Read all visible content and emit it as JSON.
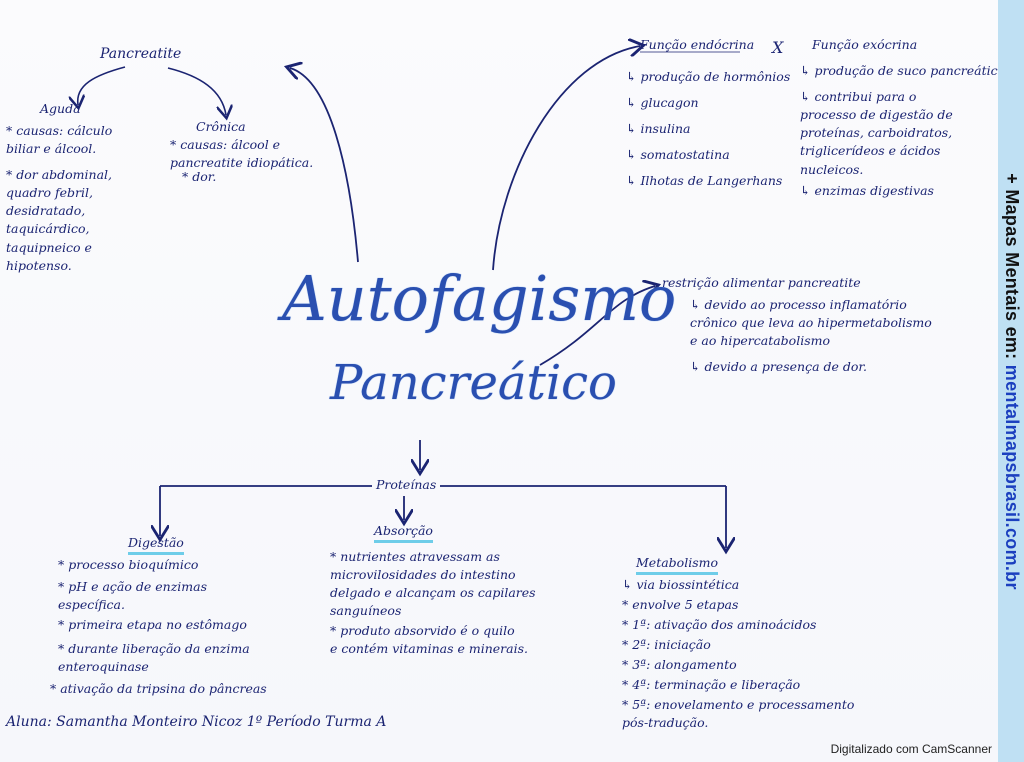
{
  "title": {
    "line1": "Autofagismo",
    "line2": "Pancreático"
  },
  "pancreatite": {
    "heading": "Pancreatite",
    "aguda": {
      "label": "Aguda",
      "items": [
        "* causas: cálculo\nbiliar e álcool.",
        "* dor abdominal,\nquadro febril,\ndesidratado,\ntaquicárdico,\ntaquipneico e\nhipotenso."
      ]
    },
    "cronica": {
      "label": "Crônica",
      "items": [
        "* causas: álcool e\npancreatite idiopática.",
        "* dor."
      ]
    }
  },
  "funcao": {
    "endocrina": {
      "heading": "Função endócrina",
      "items": [
        "↳ produção de hormônios",
        "↳ glucagon",
        "↳ insulina",
        "↳ somatostatina",
        "↳ Ilhotas de Langerhans"
      ]
    },
    "separator": "X",
    "exocrina": {
      "heading": "Função exócrina",
      "items": [
        "↳ produção de suco pancreático",
        "↳ contribui para o\nprocesso de digestão de\nproteínas, carboidratos,\ntriglicerídeos e ácidos\nnucleicos.",
        "↳ enzimas digestivas"
      ]
    }
  },
  "restricao": {
    "heading": "restrição alimentar pancreatite",
    "items": [
      "↳ devido ao processo inflamatório\ncrônico que leva ao hipermetabolismo\ne ao hipercatabolismo",
      "↳ devido a presença de dor."
    ]
  },
  "proteinas": {
    "label": "Proteínas",
    "digestao": {
      "heading": "Digestão",
      "items": [
        "* processo bioquímico",
        "* pH e ação de enzimas\nespecífica.",
        "* primeira etapa no estômago",
        "* durante liberação da enzima\nenteroquinase",
        "* ativação da tripsina do pâncreas"
      ]
    },
    "absorcao": {
      "heading": "Absorção",
      "items": [
        "* nutrientes atravessam as\nmicrovilosidades do intestino\ndelgado e alcançam os capilares\nsanguíneos",
        "* produto absorvido é o quilo\ne contém vitaminas e minerais."
      ]
    },
    "metabolismo": {
      "heading": "Metabolismo",
      "items": [
        "↳ via biossintética",
        "* envolve 5 etapas",
        "* 1ª: ativação dos aminoácidos",
        "* 2ª: iniciação",
        "* 3ª: alongamento",
        "* 4ª: terminação e liberação",
        "* 5ª: enovelamento e processamento\npós-tradução."
      ]
    }
  },
  "aluna": "Aluna: Samantha Monteiro Nicoz 1º Período Turma A",
  "sidebar": {
    "prefix": "+ Mapas Mentais em: ",
    "site": "mentalmapsbrasil.com.br"
  },
  "footer": "Digitalizado com CamScanner",
  "colors": {
    "ink": "#1b2472",
    "title": "#2a4fb0",
    "highlight": "#6ecde9",
    "sidebar": "#bfe0f3"
  }
}
